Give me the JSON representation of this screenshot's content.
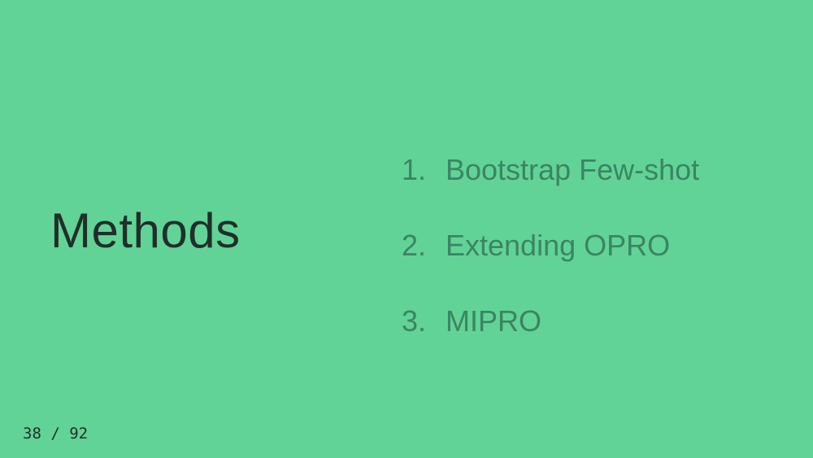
{
  "slide": {
    "title": "Methods",
    "items": [
      {
        "number": "1.",
        "label": "Bootstrap Few-shot"
      },
      {
        "number": "2.",
        "label": "Extending OPRO"
      },
      {
        "number": "3.",
        "label": "MIPRO"
      }
    ],
    "page_counter": "38 / 92"
  },
  "colors": {
    "background": "#62d396",
    "title": "#1f2f2a",
    "list_text": "#3a8563"
  }
}
